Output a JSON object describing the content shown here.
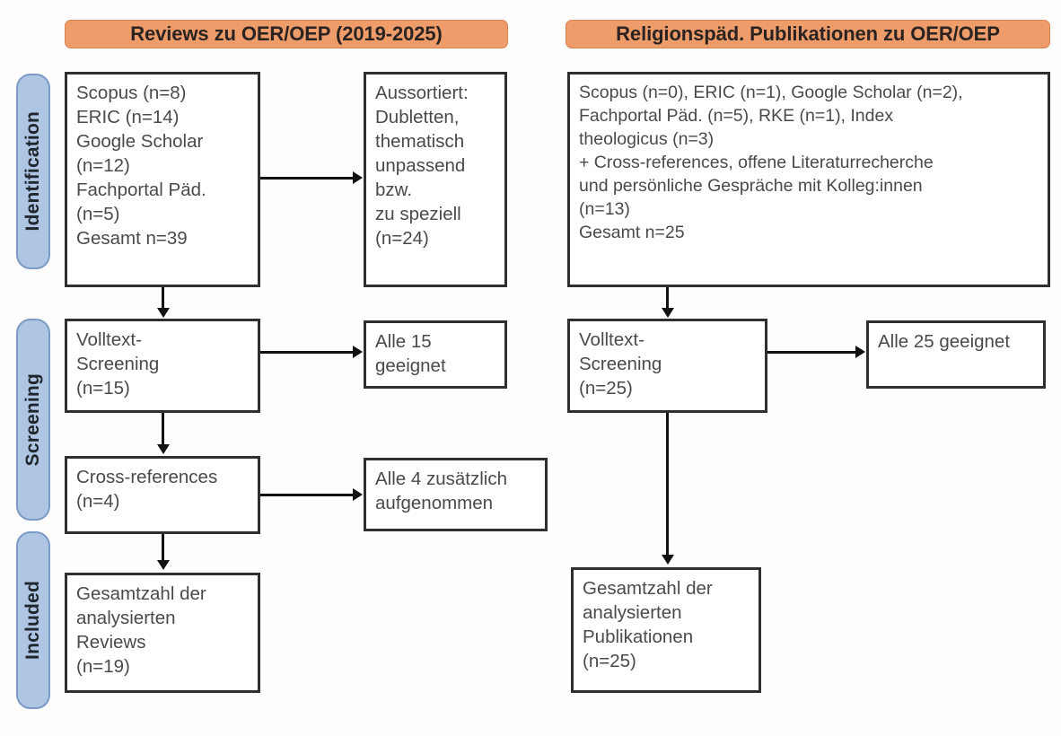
{
  "figure": {
    "type": "prisma-flow-diagram",
    "language": "de",
    "colors": {
      "header_fill": "#ef9c6b",
      "phase_pill_fill": "#aec6e3",
      "box_border": "#2f2f2f",
      "connector": "#111111",
      "text": "#4a4a4a"
    }
  },
  "phases": [
    {
      "label": "Identification"
    },
    {
      "label": "Screening"
    },
    {
      "label": "Included"
    }
  ],
  "columns": [
    {
      "header": "Reviews zu OER/OEP (2019-2025)",
      "boxes": {
        "identification_sources": "Scopus (n=8)\nERIC (n=14)\nGoogle Scholar\n(n=12)\nFachportal Päd.\n(n=5)\nGesamt n=39",
        "excluded": "Aussortiert:\nDubletten,\nthematisch\nunpassend bzw.\nzu speziell\n(n=24)",
        "screening": "Volltext-\nScreening\n(n=15)",
        "screening_result": "Alle 15 geeignet",
        "cross_references": "Cross-references\n(n=4)",
        "cross_references_result": "Alle 4 zusätzlich\naufgenommen",
        "included": "Gesamtzahl der\nanalysierten\nReviews\n(n=19)"
      }
    },
    {
      "header": "Religionspäd. Publikationen zu OER/OEP",
      "boxes": {
        "identification_sources": "Scopus (n=0), ERIC (n=1), Google Scholar (n=2),\nFachportal Päd. (n=5), RKE (n=1), Index\ntheologicus (n=3)\n+ Cross-references, offene Literaturrecherche\nund persönliche Gespräche mit Kolleg:innen\n(n=13)\nGesamt n=25",
        "screening": "Volltext-\nScreening\n(n=25)",
        "screening_result": "Alle 25 geeignet",
        "included": "Gesamtzahl der\nanalysierten\nPublikationen\n(n=25)"
      }
    }
  ]
}
